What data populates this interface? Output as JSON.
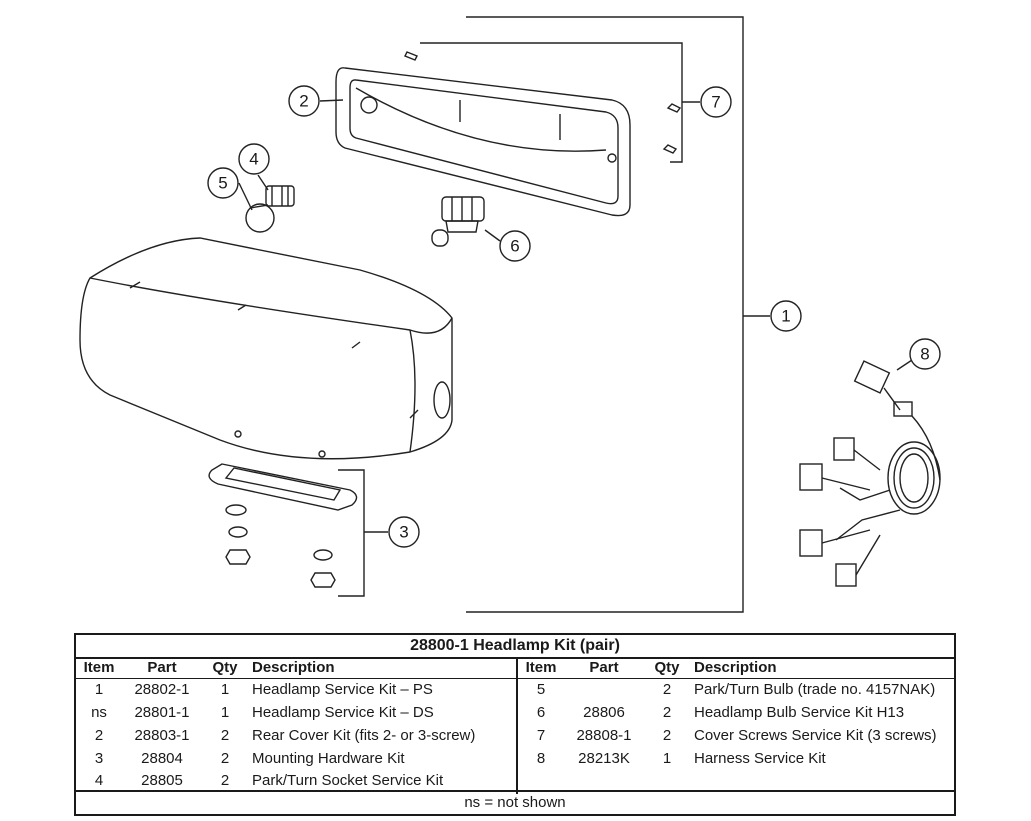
{
  "callouts": [
    "1",
    "2",
    "3",
    "4",
    "5",
    "6",
    "7",
    "8"
  ],
  "table": {
    "title": "28800-1  Headlamp Kit (pair)",
    "headers": {
      "item": "Item",
      "part": "Part",
      "qty": "Qty",
      "desc": "Description"
    },
    "left_rows": [
      {
        "item": "1",
        "part": "28802-1",
        "qty": "1",
        "desc": "Headlamp Service Kit – PS"
      },
      {
        "item": "ns",
        "part": "28801-1",
        "qty": "1",
        "desc": "Headlamp Service Kit – DS"
      },
      {
        "item": "2",
        "part": "28803-1",
        "qty": "2",
        "desc": "Rear Cover Kit (fits 2- or 3-screw)"
      },
      {
        "item": "3",
        "part": "28804",
        "qty": "2",
        "desc": "Mounting Hardware Kit"
      },
      {
        "item": "4",
        "part": "28805",
        "qty": "2",
        "desc": "Park/Turn Socket Service Kit"
      }
    ],
    "right_rows": [
      {
        "item": "5",
        "part": "",
        "qty": "2",
        "desc": "Park/Turn Bulb (trade no. 4157NAK)"
      },
      {
        "item": "6",
        "part": "28806",
        "qty": "2",
        "desc": "Headlamp Bulb Service Kit H13"
      },
      {
        "item": "7",
        "part": "28808-1",
        "qty": "2",
        "desc": "Cover Screws Service Kit (3 screws)"
      },
      {
        "item": "8",
        "part": "28213K",
        "qty": "1",
        "desc": "Harness Service Kit"
      }
    ],
    "footer": "ns = not shown"
  }
}
